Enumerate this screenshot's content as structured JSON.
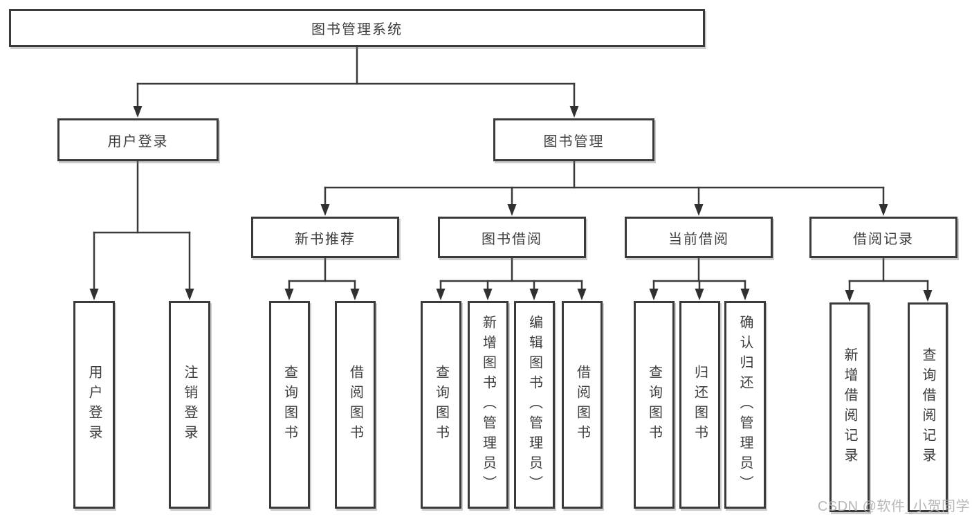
{
  "root": {
    "label": "图书管理系统"
  },
  "level2": {
    "user_login": {
      "label": "用户登录"
    },
    "book_management": {
      "label": "图书管理"
    }
  },
  "level3": {
    "new_book_recommend": {
      "label": "新书推荐"
    },
    "book_borrow": {
      "label": "图书借阅"
    },
    "current_borrow": {
      "label": "当前借阅"
    },
    "borrow_records": {
      "label": "借阅记录"
    }
  },
  "leaves": {
    "user_login": [
      "用户登录",
      "注销登录"
    ],
    "new_book_recommend": [
      "查询图书",
      "借阅图书"
    ],
    "book_borrow": [
      "查询图书",
      "新增图书（管理员）",
      "编辑图书（管理员）",
      "借阅图书"
    ],
    "current_borrow": [
      "查询图书",
      "归还图书",
      "确认归还（管理员）"
    ],
    "borrow_records": [
      "新增借阅记录",
      "查询借阅记录"
    ]
  },
  "watermark": "CSDN @软件_小贺同学",
  "colors": {
    "line": "#3a3a3a",
    "box_border": "#3a3a3a",
    "text": "#3d3d3d",
    "watermark": "#b5b5b5",
    "background": "#ffffff"
  }
}
